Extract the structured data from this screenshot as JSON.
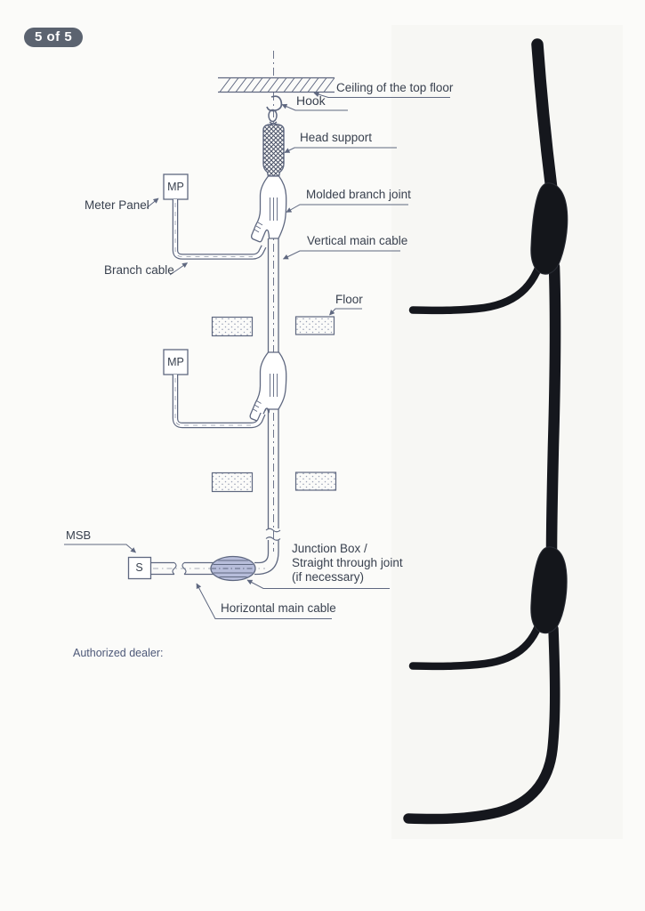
{
  "page": {
    "badge": "5 of 5",
    "authorized_dealer": "Authorized dealer:"
  },
  "diagram": {
    "labels": {
      "ceiling": "Ceiling of the top floor",
      "hook": "Hook",
      "head_support": "Head support",
      "molded_branch_joint": "Molded branch joint",
      "vertical_main_cable": "Vertical main cable",
      "floor": "Floor",
      "meter_panel": "Meter Panel",
      "branch_cable": "Branch cable",
      "msb": "MSB",
      "junction_line1": "Junction Box /",
      "junction_line2": "Straight through joint",
      "junction_line3": "(if necessary)",
      "horizontal_main_cable": "Horizontal main cable"
    },
    "boxes": {
      "meter_panel_abbrev": "MP",
      "msb_abbrev": "S"
    },
    "colors": {
      "line": "#5f6880",
      "text": "#39414f",
      "junction_fill": "#b7bdda",
      "badge_bg": "#5b6370",
      "photo_cable": "#15171d"
    }
  }
}
